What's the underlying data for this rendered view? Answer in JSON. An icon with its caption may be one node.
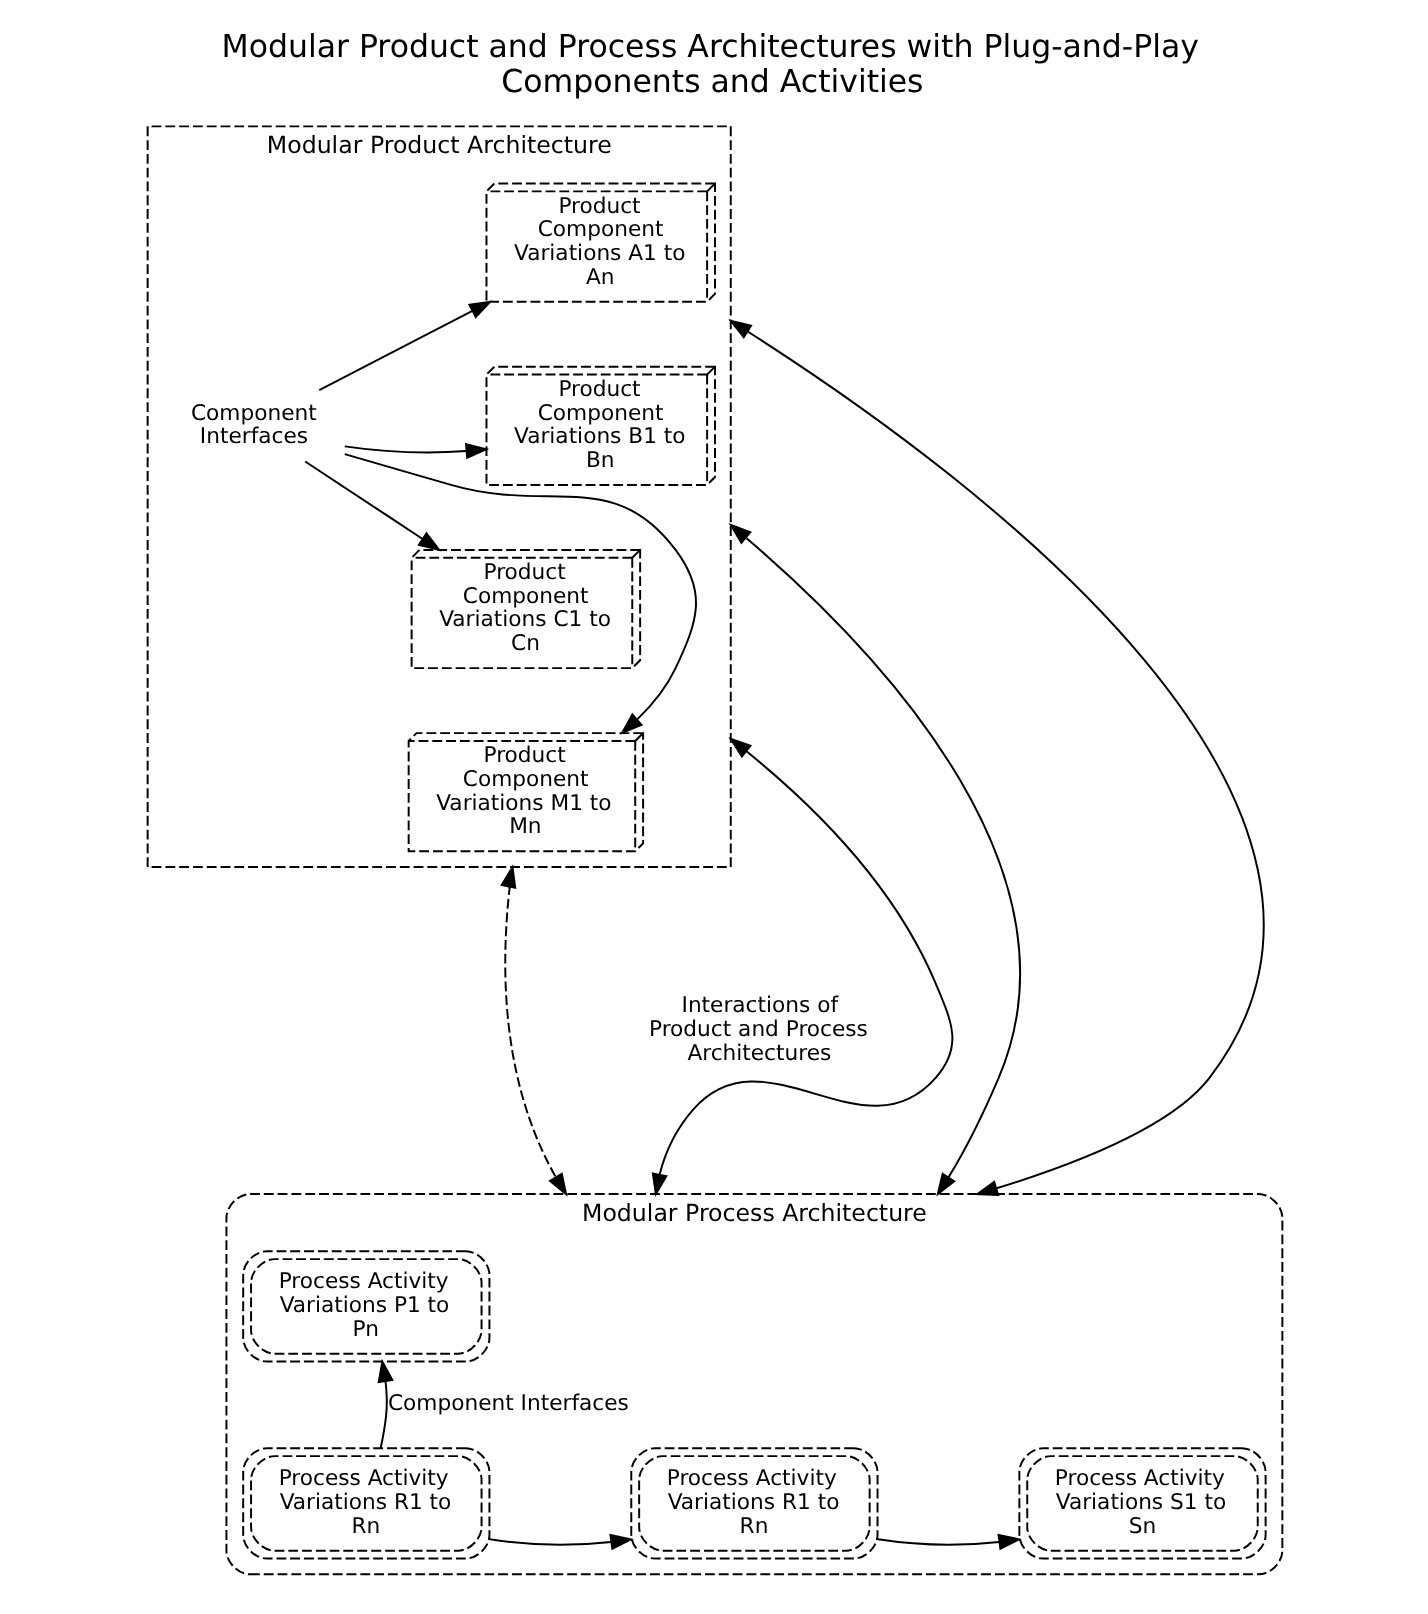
{
  "diagram": {
    "title": "Modular Product and Process Architectures with Plug-and-Play Components and Activities",
    "nodes": [
      {
        "text": [
          "Modular Product Architecture"
        ]
      },
      {
        "text": [
          "Product Component Variations A1 to An"
        ],
        "in": 0
      },
      {
        "text": [
          "Product Component Variations B1 to Bn"
        ],
        "in": 0
      },
      {
        "text": [
          "Product Component Variations C1 to Cn"
        ],
        "in": 0
      },
      {
        "text": [
          "Product Component Variations M1 to Mn"
        ],
        "in": 0
      },
      {
        "text": [
          "Component Interfaces"
        ],
        "in": 0
      },
      {
        "text": [
          "Modular Process Architecture"
        ]
      },
      {
        "text": [
          "Process Activity Variations P1 to Pn"
        ],
        "in": 6
      },
      {
        "text": [
          "Process Activity Variations R1 to Rn"
        ],
        "in": 6
      },
      {
        "text": [
          "Process Activity Variations R1 to Rn"
        ],
        "in": 6
      },
      {
        "text": [
          "Process Activity Variations S1 to Sn"
        ],
        "in": 6
      }
    ],
    "edges": [
      {
        "from": 5,
        "to": 1,
        "arrow": "to"
      },
      {
        "from": 5,
        "to": 2,
        "arrow": "to"
      },
      {
        "from": 5,
        "to": 3,
        "arrow": "to"
      },
      {
        "from": 5,
        "to": 4,
        "arrow": "to"
      },
      {
        "from": 8,
        "to": 7,
        "arrow": "to",
        "label": "Component Interfaces"
      },
      {
        "from": 8,
        "to": 9,
        "arrow": "to"
      },
      {
        "from": 9,
        "to": 10,
        "arrow": "to"
      },
      {
        "from": 0,
        "to": 6,
        "arrow": "both"
      },
      {
        "from": 0,
        "to": 6,
        "arrow": "both"
      },
      {
        "from": 0,
        "to": 6,
        "arrow": "both"
      },
      {
        "from": 0,
        "to": 6,
        "arrow": "both",
        "style": "dashed"
      }
    ],
    "labels": [
      "Interactions of Product and Process Architectures"
    ]
  }
}
